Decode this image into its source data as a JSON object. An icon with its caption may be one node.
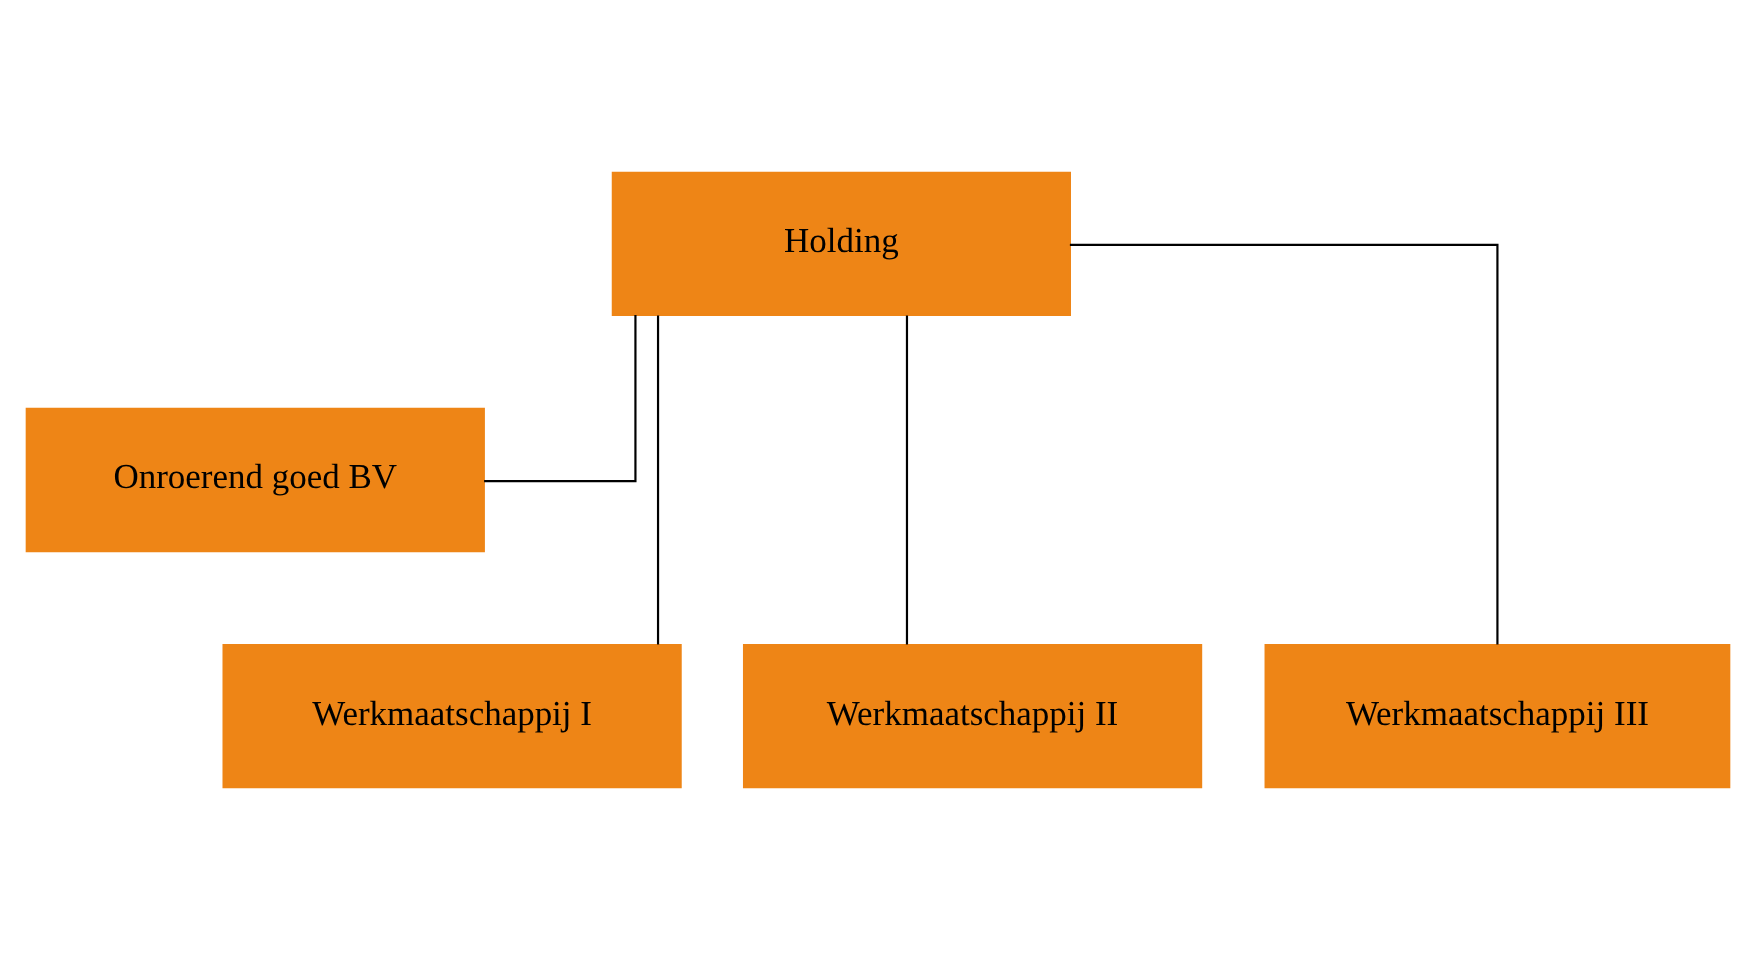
{
  "diagram": {
    "nodes": [
      {
        "text": [
          "Holding"
        ]
      },
      {
        "text": [
          "Onroerend goed BV"
        ]
      },
      {
        "text": [
          "Werkmaatschappij I"
        ]
      },
      {
        "text": [
          "Werkmaatschappij II"
        ]
      },
      {
        "text": [
          "Werkmaatschappij III"
        ]
      }
    ],
    "edges": [
      {
        "from": 0,
        "to": 1,
        "arrow": "none"
      },
      {
        "from": 0,
        "to": 2,
        "arrow": "none"
      },
      {
        "from": 0,
        "to": 3,
        "arrow": "none"
      },
      {
        "from": 0,
        "to": 4,
        "arrow": "none"
      }
    ]
  }
}
